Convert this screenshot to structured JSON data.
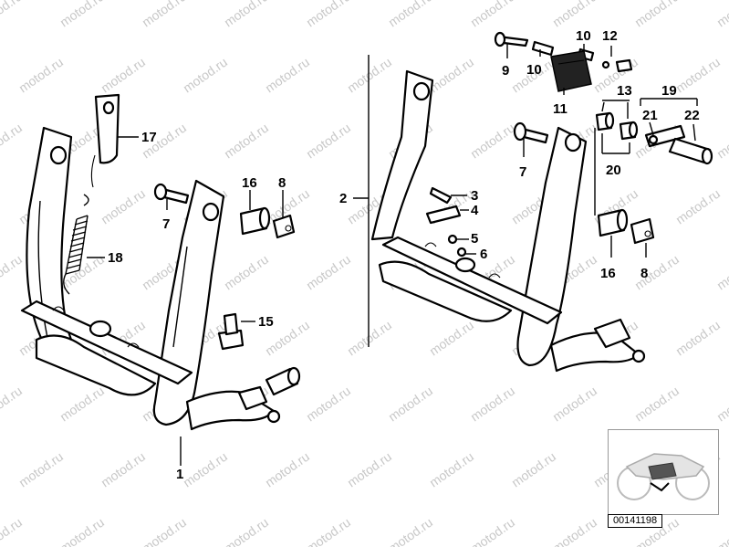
{
  "watermark": {
    "text": "motod.ru"
  },
  "diagram": {
    "code": "00141198",
    "callouts": {
      "c1": "1",
      "c2": "2",
      "c3": "3",
      "c4": "4",
      "c5": "5",
      "c6": "6",
      "c7a": "7",
      "c7b": "7",
      "c8a": "8",
      "c8b": "8",
      "c9": "9",
      "c10a": "10",
      "c10b": "10",
      "c11": "11",
      "c12": "12",
      "c13": "13",
      "c15": "15",
      "c16a": "16",
      "c16b": "16",
      "c17": "17",
      "c18": "18",
      "c19": "19",
      "c20": "20",
      "c21": "21",
      "c22": "22"
    }
  }
}
